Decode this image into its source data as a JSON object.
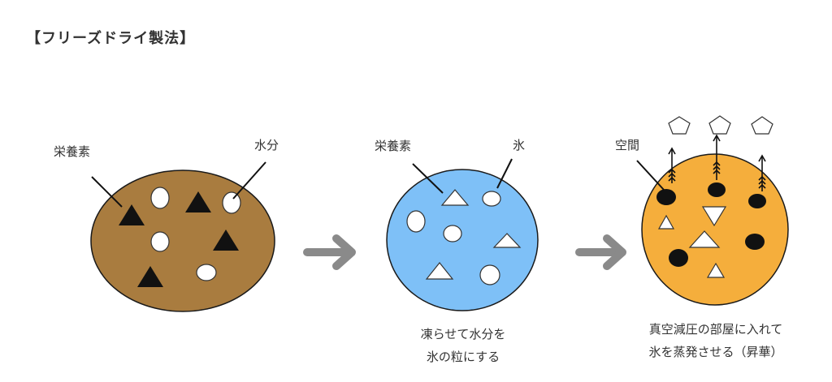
{
  "title": "【フリーズドライ製法】",
  "colors": {
    "brown": "#a97c3f",
    "blue": "#7ec0f7",
    "orange": "#f5ae3c",
    "arrow": "#8a8a8a",
    "dark": "#111111"
  },
  "panels": [
    {
      "labels": [
        "栄養素",
        "水分"
      ],
      "caption": []
    },
    {
      "labels": [
        "栄養素",
        "氷"
      ],
      "caption": [
        "凍らせて水分を",
        "氷の粒にする"
      ]
    },
    {
      "labels": [
        "空間"
      ],
      "caption": [
        "真空減圧の部屋に入れて",
        "氷を蒸発させる（昇華）"
      ]
    }
  ]
}
